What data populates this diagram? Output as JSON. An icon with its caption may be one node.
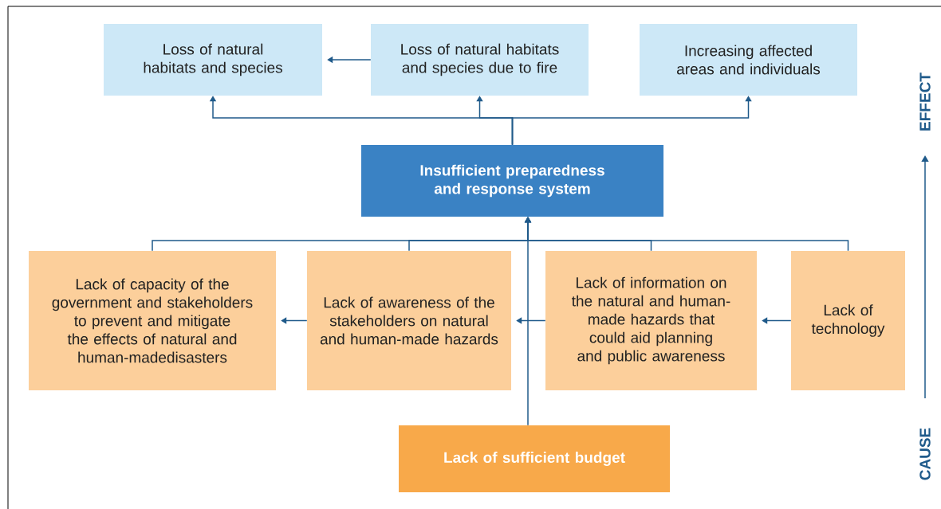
{
  "diagram": {
    "nodes": [
      {
        "text": [
          "Loss of natural habitats and species"
        ]
      },
      {
        "text": [
          "Loss of natural habitats and species due to fire"
        ]
      },
      {
        "text": [
          "Increasing affected areas and individuals"
        ]
      },
      {
        "text": [
          "Insufficient preparedness and response system"
        ]
      },
      {
        "text": [
          "Lack of capacity of the government and stakeholders to prevent and mitigate the effects of natural and human-madedisasters"
        ]
      },
      {
        "text": [
          "Lack of awareness of the stakeholders on natural and human-made hazards"
        ]
      },
      {
        "text": [
          "Lack of information on the natural and human-made hazards that could aid planning and public awareness"
        ]
      },
      {
        "text": [
          "Lack of technology"
        ]
      },
      {
        "text": [
          "Lack of sufficient budget"
        ]
      }
    ],
    "edges": [
      {
        "from": 1,
        "to": 0,
        "arrow": "to"
      },
      {
        "from": 3,
        "to": 0,
        "arrow": "to"
      },
      {
        "from": 3,
        "to": 1,
        "arrow": "to"
      },
      {
        "from": 3,
        "to": 2,
        "arrow": "to"
      },
      {
        "from": 4,
        "to": 3,
        "arrow": "to"
      },
      {
        "from": 5,
        "to": 3,
        "arrow": "to"
      },
      {
        "from": 6,
        "to": 3,
        "arrow": "to"
      },
      {
        "from": 7,
        "to": 3,
        "arrow": "to"
      },
      {
        "from": 8,
        "to": 3,
        "arrow": "to"
      },
      {
        "from": 5,
        "to": 4,
        "arrow": "to"
      },
      {
        "from": 6,
        "to": 5,
        "arrow": "to"
      },
      {
        "from": 7,
        "to": 6,
        "arrow": "to"
      }
    ],
    "labels": [
      "EFFECT",
      "CAUSE"
    ]
  }
}
